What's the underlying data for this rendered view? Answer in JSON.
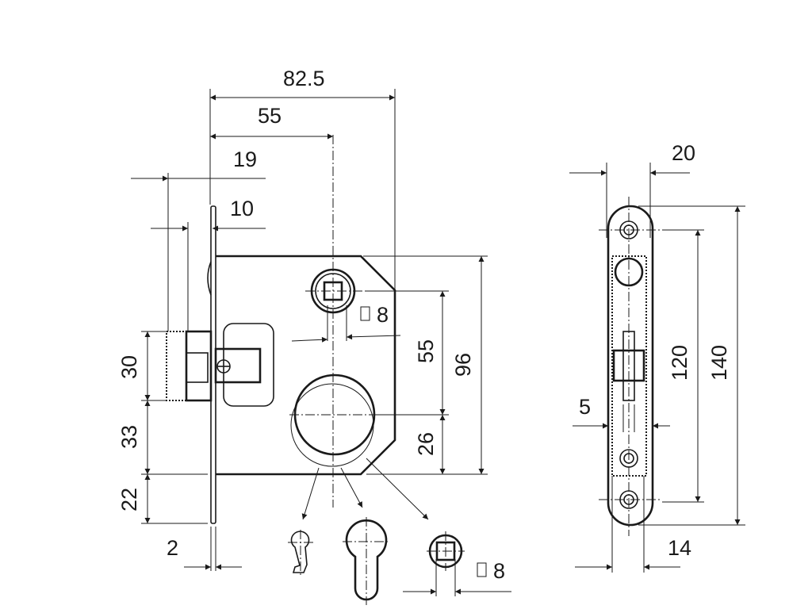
{
  "dimensions": {
    "backset_total": "82.5",
    "backset": "55",
    "latch_projection": "19",
    "bolt_offset": "10",
    "spindle_square": "8",
    "spindle_to_cylinder": "55",
    "case_height": "96",
    "cylinder_to_bottom": "26",
    "latch_height": "30",
    "latch_to_case_bottom": "33",
    "forend_extension": "22",
    "forend_thickness": "2",
    "strike_width": "20",
    "strike_hole_spacing": "120",
    "strike_height": "140",
    "strike_slot": "5",
    "strike_inner_width": "14",
    "insert_square": "8"
  }
}
